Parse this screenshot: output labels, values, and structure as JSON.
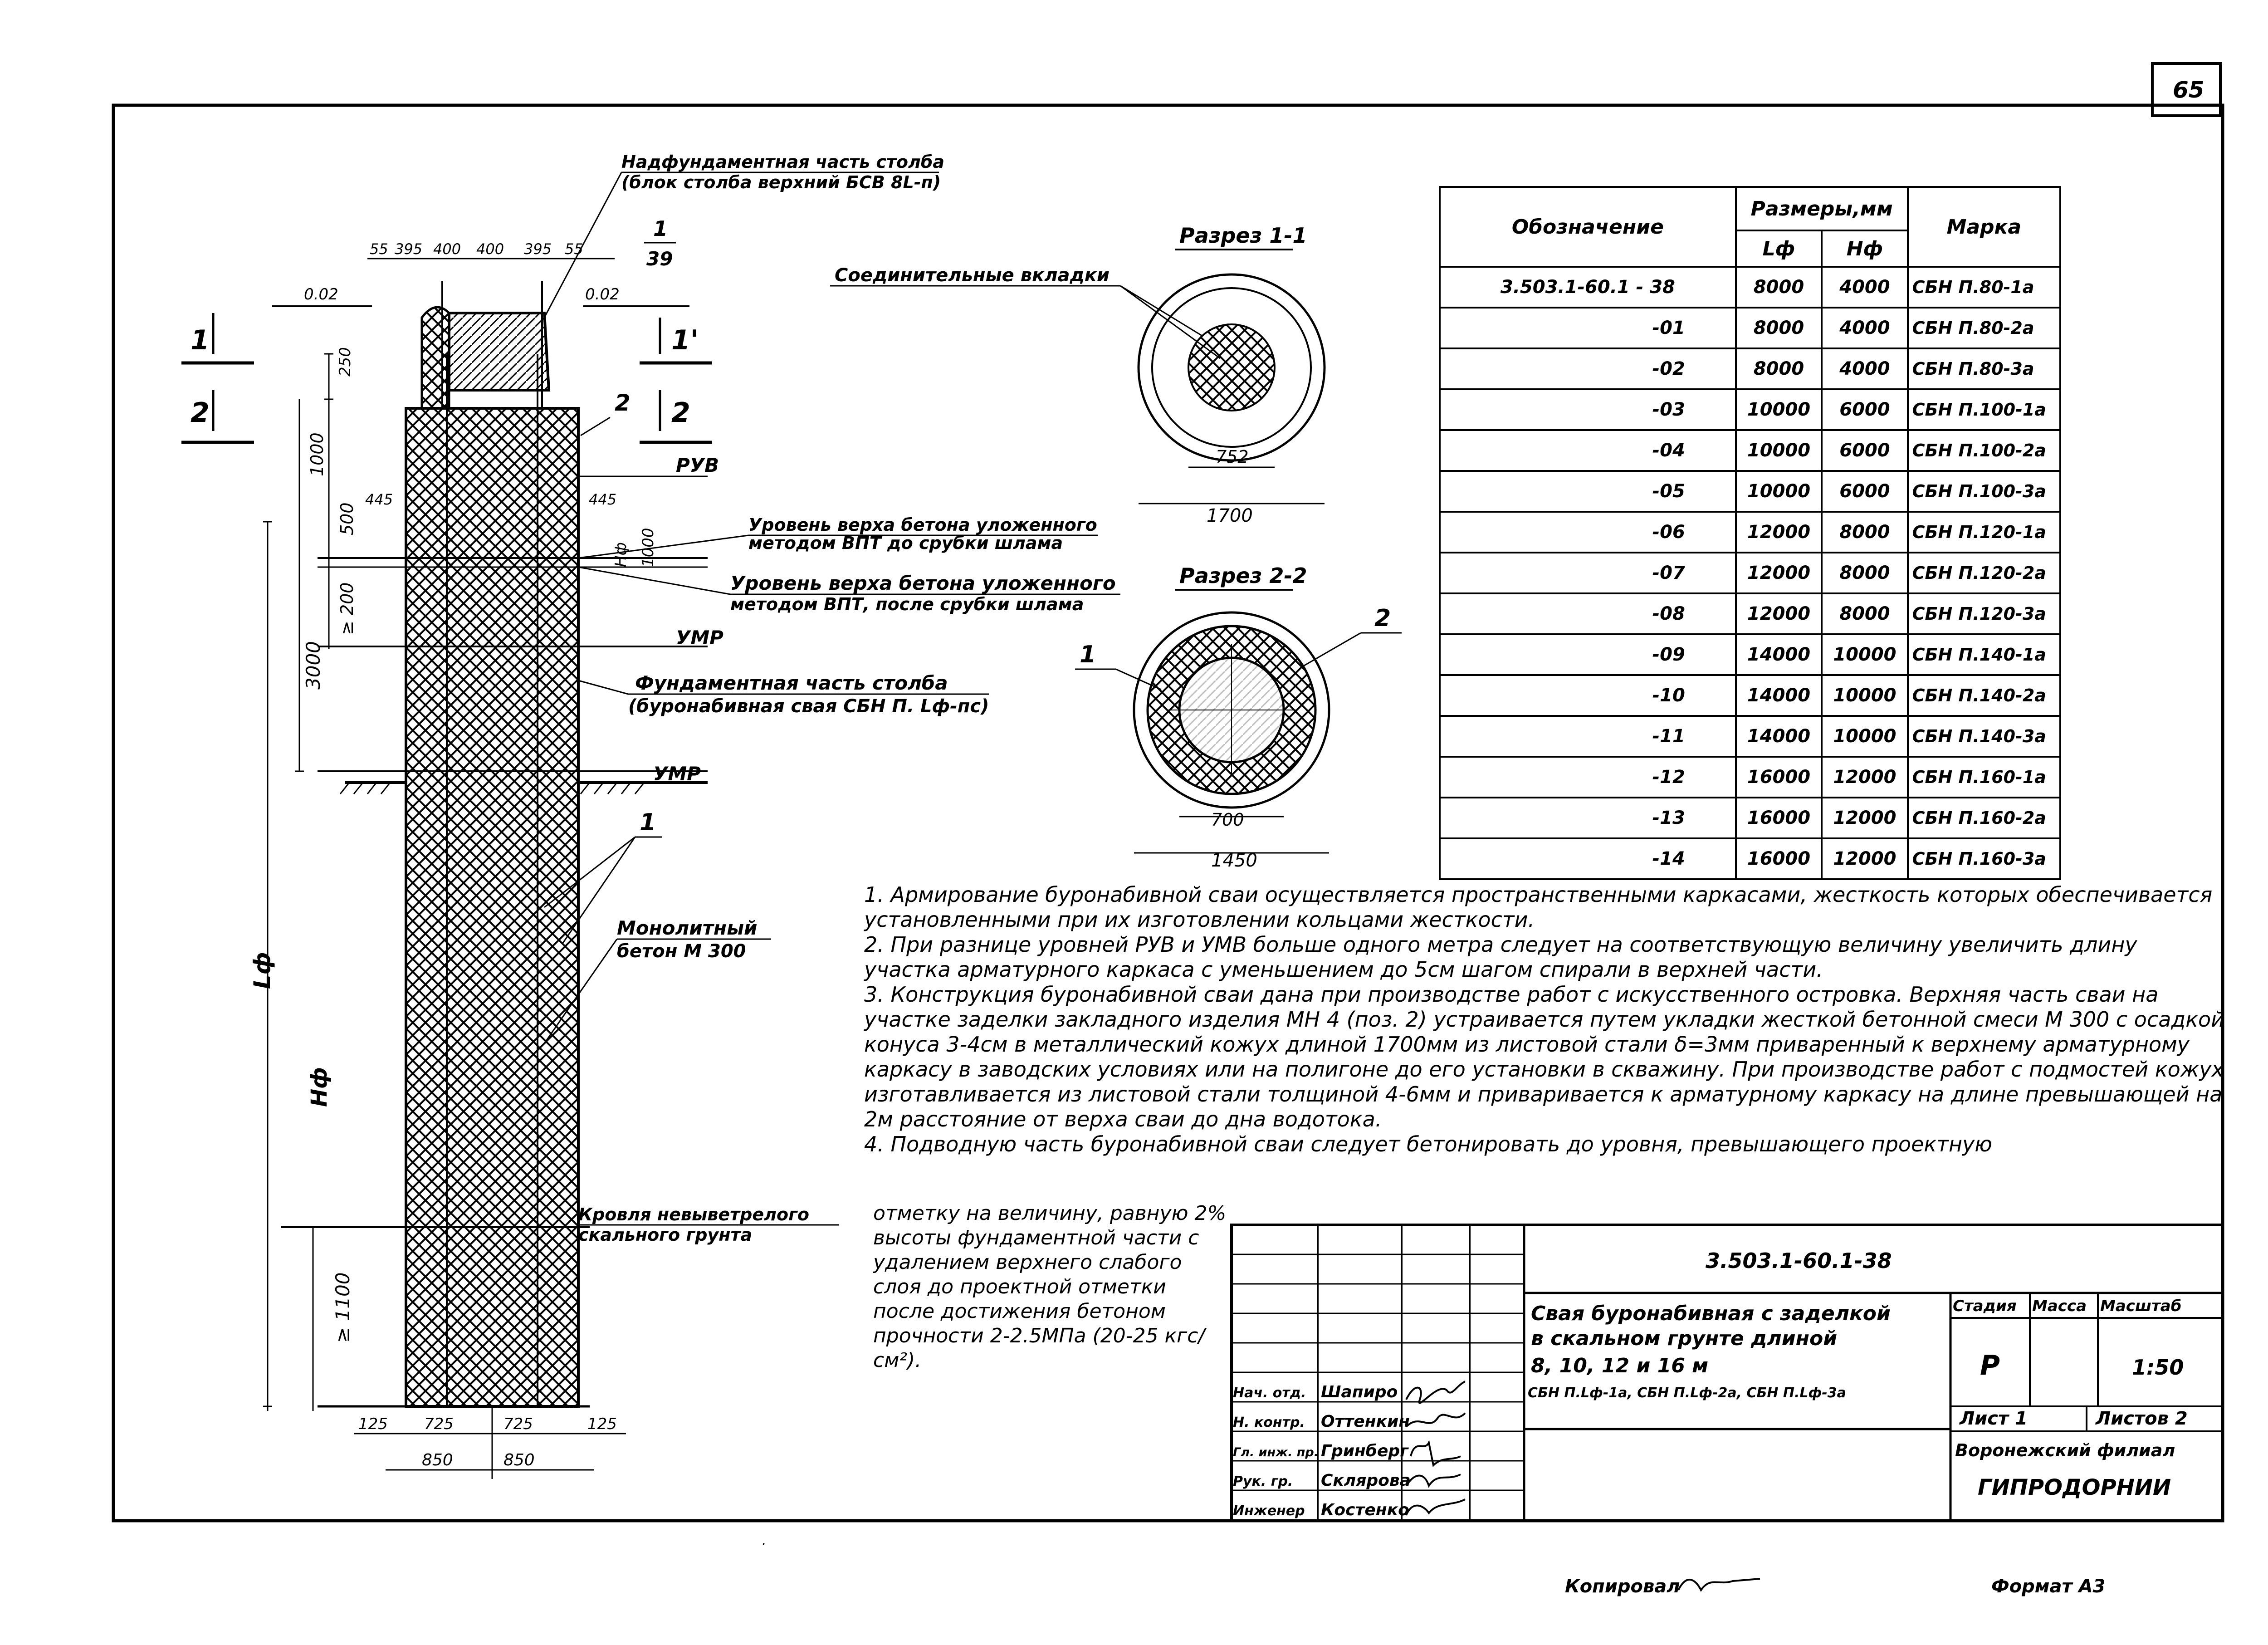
{
  "sheet": {
    "page_number": "65",
    "footer_copied": "Копировал",
    "footer_format": "Формат А3"
  },
  "pile_drawing": {
    "callouts": {
      "top_part_line1": "Надфундаментная часть столба",
      "top_part_line2": "(блок столба верхний БСВ 8L-п)",
      "embedded_items": "Соединительные вкладки",
      "level_bpt_before_line1": "Уровень верха бетона уложенного",
      "level_bpt_before_line2": "методом ВПТ до срубки шлама",
      "level_bpt_after_line1": "Уровень верха бетона уложенного",
      "level_bpt_after_line2": "методом ВПТ, после срубки шлама",
      "foundation_part_line1": "Фундаментная часть столба",
      "foundation_part_line2": "(буронабивная свая СБН П. Lф-пс)",
      "monolith_line1": "Монолитный",
      "monolith_line2": "бетон М 300",
      "rock_roof_line1": "Кровля невыветрелого",
      "rock_roof_line2": "скального грунта"
    },
    "levels": {
      "ruv": "РУВ",
      "umr": "УМР",
      "ump": "УМР"
    },
    "dims": {
      "top_row": [
        "55",
        "395",
        "400",
        "400",
        "395",
        "55"
      ],
      "slope_left": "0.02",
      "slope_right": "0.02",
      "d250": "250",
      "d1000": "1000",
      "d500": "500",
      "d200": "≥ 200",
      "d3000": "3000",
      "d445_left": "445",
      "d445_right": "445",
      "d1000b": "1000",
      "d1100": "≥ 1100",
      "lf": "Lф",
      "hf": "Нф",
      "bottom_row": [
        "125",
        "725",
        "725",
        "125"
      ],
      "bottom_row2": [
        "850",
        "850"
      ],
      "lbl_2": "2",
      "lbl_1": "1",
      "lbl_39": "39",
      "lbl_1p": "1'",
      "lbl_2p": "2",
      "lbl_1s": "1",
      "lbl_2s": "2",
      "lbl_1t": "1",
      "h_arrow": "Lф"
    }
  },
  "sections": {
    "s1_title": "Разрез 1-1",
    "s1_inner": "752",
    "s1_outer": "1700",
    "s2_title": "Разрез 2-2",
    "s2_inner": "700",
    "s2_outer": "1450",
    "s2_lbl1": "1",
    "s2_lbl2": "2"
  },
  "spec_table": {
    "h_designation": "Обозначение",
    "h_sizes": "Размеры,мм",
    "h_lf": "Lф",
    "h_hf": "Нф",
    "h_mark": "Марка",
    "rows": [
      {
        "des": "3.503.1-60.1 - 38",
        "lf": "8000",
        "hf": "4000",
        "mark": "СБН П.80-1а"
      },
      {
        "des": "-01",
        "lf": "8000",
        "hf": "4000",
        "mark": "СБН П.80-2а"
      },
      {
        "des": "-02",
        "lf": "8000",
        "hf": "4000",
        "mark": "СБН П.80-3а"
      },
      {
        "des": "-03",
        "lf": "10000",
        "hf": "6000",
        "mark": "СБН П.100-1а"
      },
      {
        "des": "-04",
        "lf": "10000",
        "hf": "6000",
        "mark": "СБН П.100-2а"
      },
      {
        "des": "-05",
        "lf": "10000",
        "hf": "6000",
        "mark": "СБН П.100-3а"
      },
      {
        "des": "-06",
        "lf": "12000",
        "hf": "8000",
        "mark": "СБН П.120-1а"
      },
      {
        "des": "-07",
        "lf": "12000",
        "hf": "8000",
        "mark": "СБН П.120-2а"
      },
      {
        "des": "-08",
        "lf": "12000",
        "hf": "8000",
        "mark": "СБН П.120-3а"
      },
      {
        "des": "-09",
        "lf": "14000",
        "hf": "10000",
        "mark": "СБН П.140-1а"
      },
      {
        "des": "-10",
        "lf": "14000",
        "hf": "10000",
        "mark": "СБН П.140-2а"
      },
      {
        "des": "-11",
        "lf": "14000",
        "hf": "10000",
        "mark": "СБН П.140-3а"
      },
      {
        "des": "-12",
        "lf": "16000",
        "hf": "12000",
        "mark": "СБН П.160-1а"
      },
      {
        "des": "-13",
        "lf": "16000",
        "hf": "12000",
        "mark": "СБН П.160-2а"
      },
      {
        "des": "-14",
        "lf": "16000",
        "hf": "12000",
        "mark": "СБН П.160-3а"
      }
    ]
  },
  "notes": {
    "n1": "1. Армирование буронабивной сваи осуществляется пространственными каркасами, жесткость которых обеспечивается установленными при их изготовлении кольцами жесткости.",
    "n2": "2. При разнице уровней РУВ и УМВ больше одного метра следует на соответствующую величину увеличить длину участка арматурного каркаса с уменьшением до 5см шагом спирали в верхней части.",
    "n3": "3. Конструкция буронабивной сваи дана при производстве работ с искусственного островка. Верхняя часть сваи на участке заделки закладного изделия МН 4 (поз. 2) устраивается путем укладки жесткой бетонной смеси М 300 с осадкой конуса 3-4см в металлический кожух длиной 1700мм из листовой стали δ=3мм приваренный к верхнему арматурному каркасу в заводских условиях или на полигоне до его установки в скважину. При производстве работ с подмостей кожух изготавливается из листовой стали толщиной 4-6мм и приваривается к арматурному каркасу на длине превышающей на 2м расстояние от верха сваи до дна водотока.",
    "n4a": "4. Подводную часть буронабивной сваи следует бетонировать до уровня, превышающего проектную",
    "n4b": "отметку на величину, равную 2% высоты фундаментной части с удалением верхнего слабого слоя до проектной отметки после достижения бетоном прочности 2-2.5МПа (20-25 кгс/см²)."
  },
  "title_block": {
    "doc_code": "3.503.1-60.1-38",
    "title_line1": "Свая буронабивная с заделкой",
    "title_line2": "в скальном грунте длиной",
    "title_line3": "8, 10, 12 и 16 м",
    "title_line4": "СБН П.Lф-1а, СБН П.Lф-2а, СБН П.Lф-3а",
    "h_stage": "Стадия",
    "h_mass": "Масса",
    "h_scale": "Масштаб",
    "stage": "Р",
    "mass": "",
    "scale": "1:50",
    "sheet": "Лист 1",
    "sheets": "Листов 2",
    "org_line1": "Воронежский филиал",
    "org_line2": "ГИПРОДОРНИИ",
    "people": [
      {
        "role": "Нач. отд.",
        "name": "Шапиро"
      },
      {
        "role": "Н. контр.",
        "name": "Оттенкин"
      },
      {
        "role": "Гл. инж. пр.",
        "name": "Гринберг"
      },
      {
        "role": "Рук. гр.",
        "name": "Склярова"
      },
      {
        "role": "Инженер",
        "name": "Костенко"
      }
    ]
  }
}
